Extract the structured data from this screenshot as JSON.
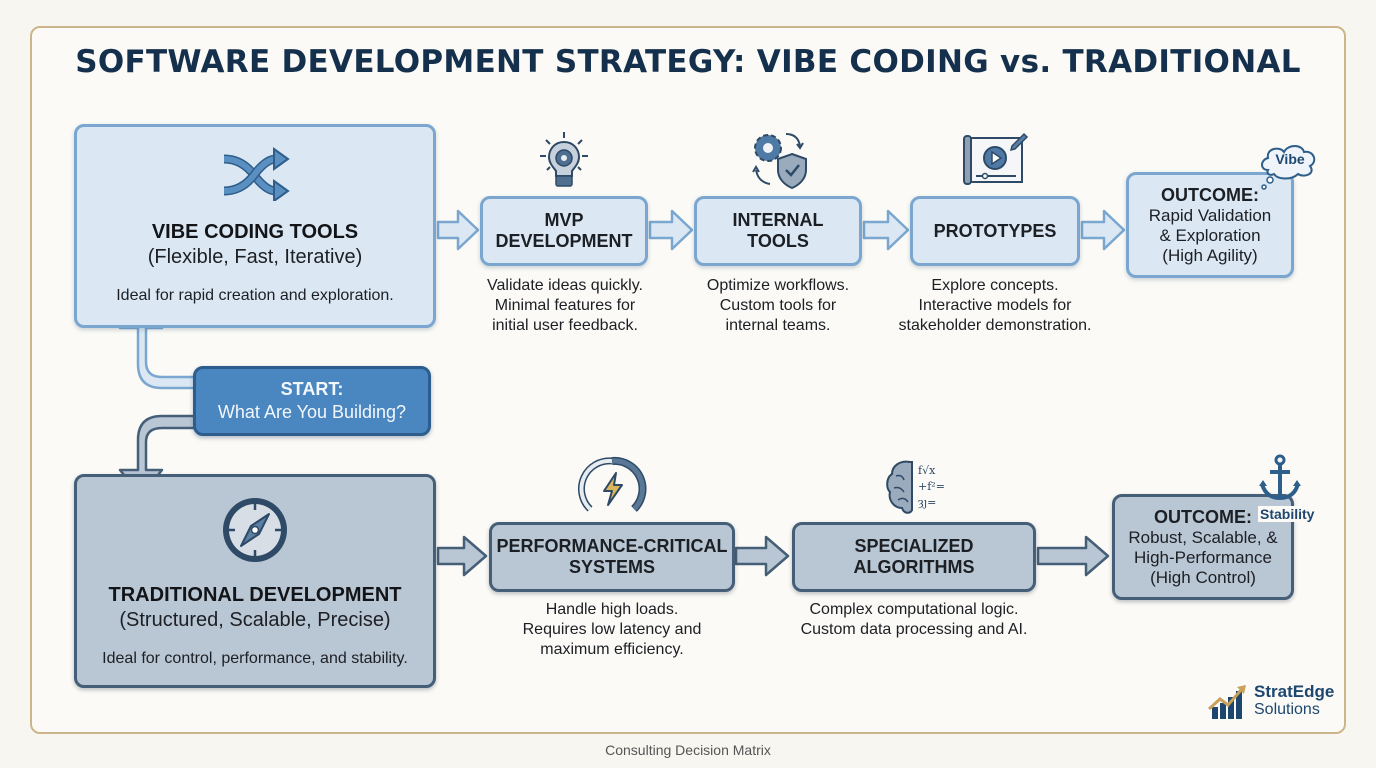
{
  "title": "SOFTWARE DEVELOPMENT STRATEGY: VIBE CODING vs. TRADITIONAL",
  "start": {
    "label": "START:",
    "question": "What Are You Building?"
  },
  "vibe": {
    "title": "VIBE CODING TOOLS",
    "subtitle": "(Flexible, Fast, Iterative)",
    "description": "Ideal for rapid creation and exploration.",
    "icon": "shuffle-arrows-icon",
    "steps": [
      {
        "title_line1": "MVP",
        "title_line2": "DEVELOPMENT",
        "icon": "lightbulb-gear-icon",
        "desc": [
          "Validate ideas quickly.",
          "Minimal features for",
          "initial user feedback."
        ]
      },
      {
        "title_line1": "INTERNAL",
        "title_line2": "TOOLS",
        "icon": "gear-shield-icon",
        "desc": [
          "Optimize workflows.",
          "Custom tools for",
          "internal teams."
        ]
      },
      {
        "title_line1": "PROTOTYPES",
        "title_line2": "",
        "icon": "prototype-video-icon",
        "desc": [
          "Explore concepts.",
          "Interactive models for",
          "stakeholder demonstration."
        ]
      }
    ],
    "outcome": {
      "title": "OUTCOME:",
      "lines": [
        "Rapid Validation",
        "& Exploration",
        "(High Agility)"
      ],
      "badge": "Vibe"
    }
  },
  "traditional": {
    "title": "TRADITIONAL DEVELOPMENT",
    "subtitle": "(Structured, Scalable, Precise)",
    "description": "Ideal for control, performance, and stability.",
    "icon": "compass-icon",
    "steps": [
      {
        "title_line1": "PERFORMANCE-CRITICAL",
        "title_line2": "SYSTEMS",
        "icon": "speedometer-lightning-icon",
        "desc": [
          "Handle high loads.",
          "Requires low latency and",
          "maximum efficiency."
        ]
      },
      {
        "title_line1": "SPECIALIZED",
        "title_line2": "ALGORITHMS",
        "icon": "brain-formula-icon",
        "desc": [
          "Complex computational logic.",
          "Custom data processing and AI."
        ]
      }
    ],
    "outcome": {
      "title": "OUTCOME:",
      "lines": [
        "Robust, Scalable, &",
        "High-Performance",
        "(High Control)"
      ],
      "badge": "Stability"
    }
  },
  "logo": {
    "name": "StratEdge",
    "sub": "Solutions"
  },
  "footer": "Consulting Decision Matrix",
  "colors": {
    "title": "#14304d",
    "vibe_fill": "#dbe8f4",
    "vibe_border": "#7aa6cf",
    "trad_fill": "#b9c6d4",
    "trad_border": "#465f78",
    "start_fill": "#4a86c0",
    "frame_border": "#cdb58a",
    "gold": "#c9a15a"
  }
}
